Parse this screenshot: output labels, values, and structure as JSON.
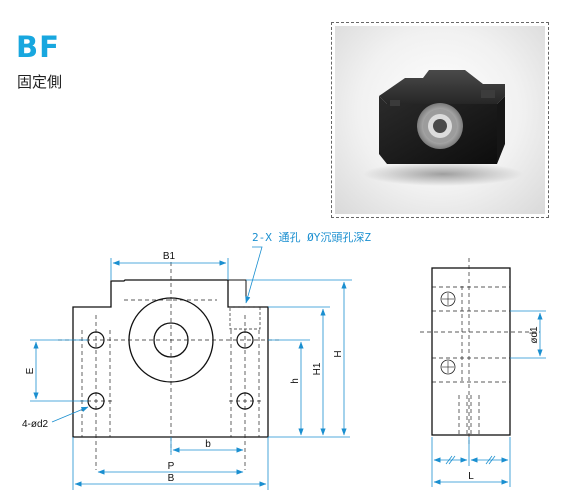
{
  "header": {
    "title": "BF",
    "subtitle": "固定側"
  },
  "annotations": {
    "hole_note": "2-X 通孔 ØY沉頭孔深Z",
    "hole_callout": "4-ød2"
  },
  "dimensions": {
    "B1": "B1",
    "E": "E",
    "h": "h",
    "H1": "H1",
    "H": "H",
    "b": "b",
    "P": "P",
    "B": "B",
    "d1": "ød1",
    "L": "L"
  },
  "colors": {
    "brand": "#18a7df",
    "dimension": "#1a8fd0",
    "outline": "#111111"
  },
  "photo": {
    "icon": "bearing-support-block-photo"
  }
}
